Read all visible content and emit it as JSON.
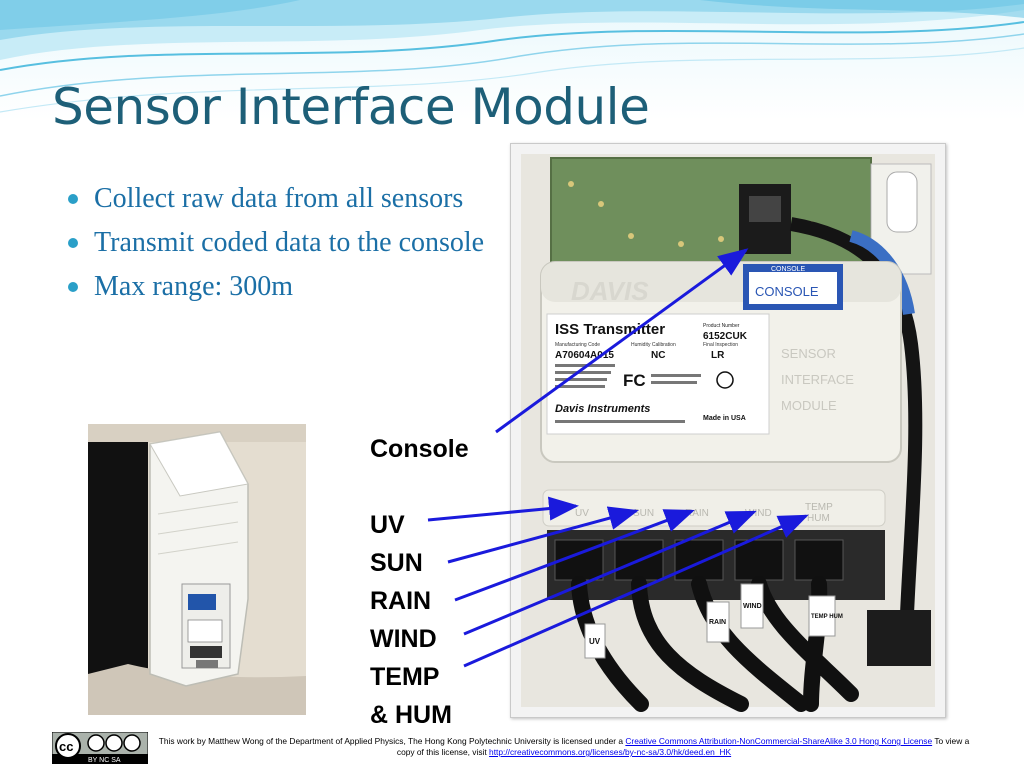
{
  "slide": {
    "title": "Sensor Interface Module",
    "bullets": [
      "Collect raw data from all sensors",
      "Transmit coded data to the console",
      "Max range: 300m"
    ]
  },
  "photo_labels": {
    "sticker_console": "CONSOLE",
    "transmitter_title": "ISS Transmitter",
    "product_number_label": "Product Number",
    "product_number": "6152CUK",
    "manufacturing_code_label": "Manufacturing Code",
    "humidity_calibration_label": "Humidity Calibration",
    "final_inspection_label": "Final Inspection",
    "manufacturing_code": "A70604A015",
    "humidity_calibration": "NC",
    "final_inspection": "LR",
    "maker": "Davis Instruments",
    "made_in": "Made in USA",
    "brand": "DAVIS",
    "module_text_1": "SENSOR",
    "module_text_2": "INTERFACE",
    "module_text_3": "MODULE",
    "port_uv": "UV",
    "port_sun": "SUN",
    "port_rain": "RAIN",
    "port_wind": "WIND",
    "port_temp_1": "TEMP",
    "port_temp_2": "HUM",
    "cable_uv": "UV",
    "cable_rain": "RAIN",
    "cable_wind": "WIND",
    "cable_temp": "TEMP HUM"
  },
  "callouts": {
    "console": "Console",
    "uv": "UV",
    "sun": "SUN",
    "rain": "RAIN",
    "wind": "WIND",
    "temp": "TEMP",
    "hum": "& HUM"
  },
  "footer": {
    "cc_text": "cc",
    "cc_sub": "BY  NC  SA",
    "text_before": "This work by Matthew Wong of the Department of Applied Physics, The Hong Kong Polytechnic University is licensed under a ",
    "license_link": "Creative Commons Attribution-NonCommercial-ShareAlike 3.0 Hong Kong License",
    "text_middle": " To view a copy of this license, visit ",
    "license_url": "http://creativecommons.org/licenses/by-nc-sa/3.0/hk/deed.en_HK"
  },
  "colors": {
    "title": "#1d5f78",
    "bullet_text": "#1b6fa6",
    "bullet_dot": "#2a9fc8",
    "arrow": "#1a1adc",
    "wave_light": "#bfe8f5",
    "wave_mid": "#7fcfe8",
    "link": "#0000ee"
  },
  "icons": {
    "bullet": "bullet-dot-icon",
    "cc_logo": "creative-commons-icon"
  }
}
